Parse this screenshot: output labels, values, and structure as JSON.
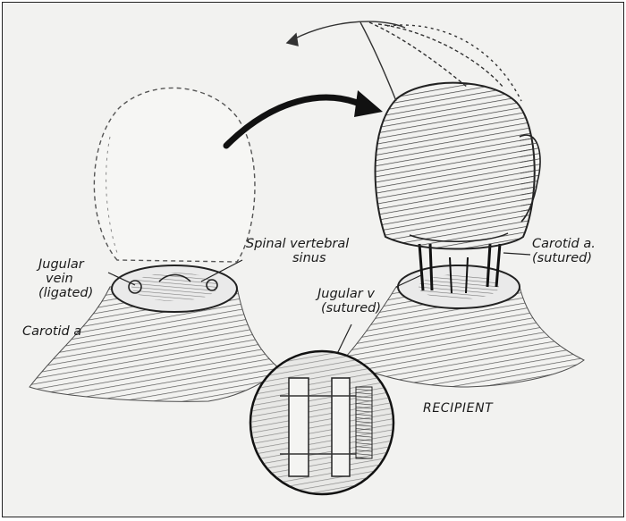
{
  "labels": {
    "spinal_vertebral_sinus": [
      "Spinal vertebral",
      "sinus"
    ],
    "jugular_vein_ligated": [
      "Jugular",
      "vein",
      "(ligated)"
    ],
    "carotid_a": "Carotid a",
    "carotid_a_sutured": [
      "Carotid a.",
      "(sutured)"
    ],
    "jugular_v_sutured": [
      "Jugular v",
      "(sutured)"
    ],
    "recipient": "RECIPIENT"
  },
  "colors": {
    "ink": "#1a1a1a",
    "paper": "#f2f2f0"
  }
}
